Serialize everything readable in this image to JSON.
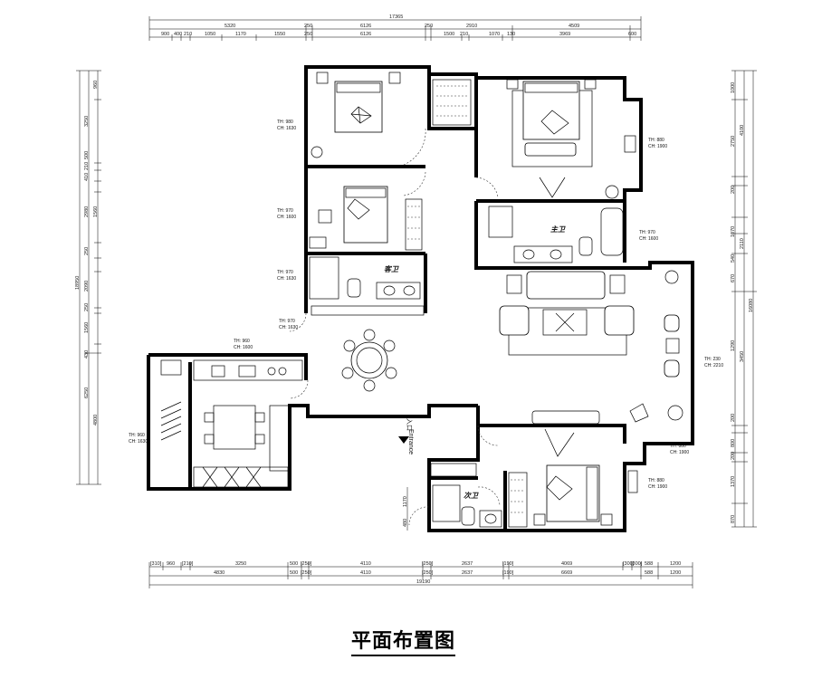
{
  "title": "平面布置图",
  "entrance": {
    "cn": "入口",
    "en": "Entrance"
  },
  "rooms": {
    "master_bath": "主卫",
    "guest_bath": "客卫",
    "second_bath": "次卫"
  },
  "top_dims": {
    "overall": "17365",
    "row1": [
      "5320",
      "250",
      "2910",
      "4509"
    ],
    "row2": [
      "6126",
      "250",
      "6126",
      "600"
    ],
    "row3": [
      "900",
      "400",
      "210",
      "1050",
      "1170",
      "1550",
      "250",
      "1500",
      "210",
      "1070",
      "130",
      "3969",
      "600"
    ]
  },
  "bottom_dims": {
    "row1": [
      "[310]",
      "960",
      "[210]",
      "3250",
      "500",
      "[250]",
      "4110",
      "[250]",
      "2637",
      "[190]",
      "4069",
      "[300]",
      "[300]",
      "588",
      "1200"
    ],
    "row2": [
      "4830",
      "500",
      "[250]",
      "4110",
      "[250]",
      "2637",
      "[190]",
      "6669",
      "588",
      "1200"
    ],
    "overall": "19190"
  },
  "left_dims": {
    "outer": [
      "18950",
      "6250",
      "4800"
    ],
    "inner": [
      "960",
      "3250",
      "210",
      "500",
      "410",
      "2980",
      "1560",
      "250",
      "2090",
      "250",
      "1560",
      "430"
    ]
  },
  "right_dims": {
    "outer": [
      "4100",
      "2110",
      "3450",
      "16080"
    ],
    "inner": [
      "1000",
      "2750",
      "200",
      "1070",
      "540",
      "670",
      "1290",
      "200",
      "800",
      "200",
      "1370",
      "870"
    ]
  },
  "window_tags": [
    {
      "th": "TH: 980",
      "ch": "CH: 1630"
    },
    {
      "th": "TH: 880",
      "ch": "CH: 1900"
    },
    {
      "th": "TH: 970",
      "ch": "CH: 1600"
    },
    {
      "th": "TH: 970",
      "ch": "CH: 1600"
    },
    {
      "th": "TH: 970",
      "ch": "CH: 1630"
    },
    {
      "th": "TH: 970",
      "ch": "CH: 1630"
    },
    {
      "th": "TH: 960",
      "ch": "CH: 1600"
    },
    {
      "th": "TH: 960",
      "ch": "CH: 1630"
    },
    {
      "th": "TH: 230",
      "ch": "CH: 2210"
    },
    {
      "th": "TH: 880",
      "ch": "CH: 1900"
    },
    {
      "th": "TH: 880",
      "ch": "CH: 1900"
    }
  ],
  "side_dims": {
    "left_small": [
      "1170",
      "480"
    ]
  }
}
